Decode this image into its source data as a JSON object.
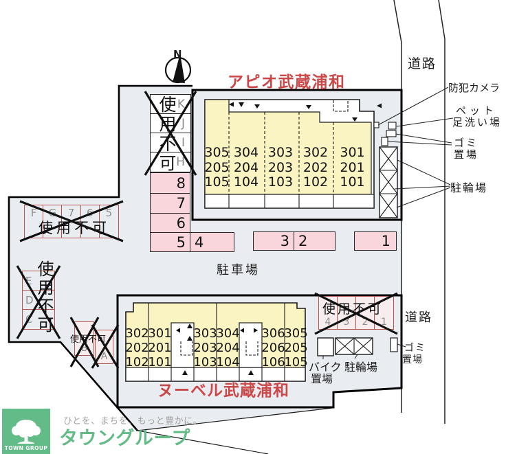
{
  "colors": {
    "site_fill": "#e9edf2",
    "building_yellow": "#faf4c3",
    "parking_pink": "#f8d6db",
    "closed_cell_pink": "#f7ecee",
    "accent_red": "#cc4747",
    "logo_green": "#63bb88",
    "letter_gray": "#8b8b8b"
  },
  "compass": {
    "north_label": "N"
  },
  "roads": {
    "top": "道路",
    "middle": "道路"
  },
  "apio": {
    "title": "アピオ武蔵浦和",
    "columns": [
      [
        "305",
        "205",
        "105"
      ],
      [
        "304",
        "204",
        "104"
      ],
      [
        "303",
        "203",
        "103"
      ],
      [
        "302",
        "202",
        "102"
      ],
      [
        "301",
        "201",
        "101"
      ]
    ]
  },
  "nouvelle": {
    "title": "ヌーベル武蔵浦和",
    "columns": [
      [
        "302",
        "202",
        "102"
      ],
      [
        "301",
        "201",
        "101"
      ],
      [
        "303",
        "203",
        "103"
      ],
      [
        "304",
        "204",
        "104"
      ],
      [
        "306",
        "206",
        "106"
      ],
      [
        "305",
        "205",
        "105"
      ]
    ]
  },
  "parking": {
    "area_label": "駐車場",
    "column_spaces": [
      "8",
      "7",
      "6"
    ],
    "row_spaces_54": [
      "5",
      "4"
    ],
    "row_spaces_32": [
      "3",
      "2"
    ],
    "space_1": "1"
  },
  "closed": {
    "unusable_text": "使用不可",
    "kjih_letters": [
      "K",
      "J",
      "I",
      "H"
    ],
    "fg765_letters": [
      "F",
      "G",
      "7",
      "6",
      "5"
    ],
    "edc_letters": [
      "E",
      "D",
      "C"
    ],
    "ba_letters": [
      "B",
      "A"
    ],
    "n4321_letters": [
      "4",
      "3",
      "2",
      "1"
    ]
  },
  "facilities": {
    "security_camera": "防犯カメラ",
    "pet_wash_line1": "ペット",
    "pet_wash_line2": "足洗い場",
    "garbage_top_line1": "ゴミ",
    "garbage_top_line2": "置場",
    "bicycle_top": "駐輪場",
    "bike_line1": "バイク",
    "bike_line2": "置場",
    "bicycle_bottom": "駐輪場",
    "garbage_bottom_line1": "ゴミ",
    "garbage_bottom_line2": "置場"
  },
  "logo": {
    "tagline": "ひとを、まちを、もっと豊かに。",
    "company": "タウングループ",
    "mark_text": "TOWN GROUP"
  }
}
